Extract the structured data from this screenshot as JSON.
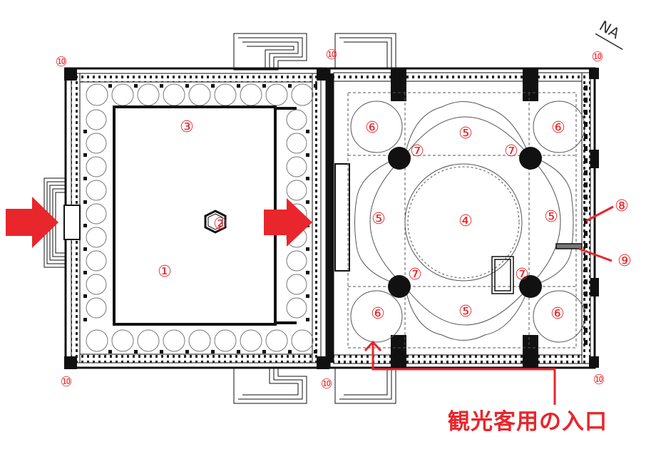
{
  "numbers": {
    "courtyard": "①",
    "fountain": "②",
    "portico": "③",
    "central_dome": "④",
    "semi_dome": "⑤",
    "corner_dome": "⑥",
    "pier": "⑦",
    "mihrab": "⑧",
    "minbar": "⑨",
    "minaret": "⑩"
  },
  "caption": "観光客用の入口",
  "compass": "NA",
  "colors": {
    "accent": "#e8262b",
    "ink": "#111111"
  }
}
